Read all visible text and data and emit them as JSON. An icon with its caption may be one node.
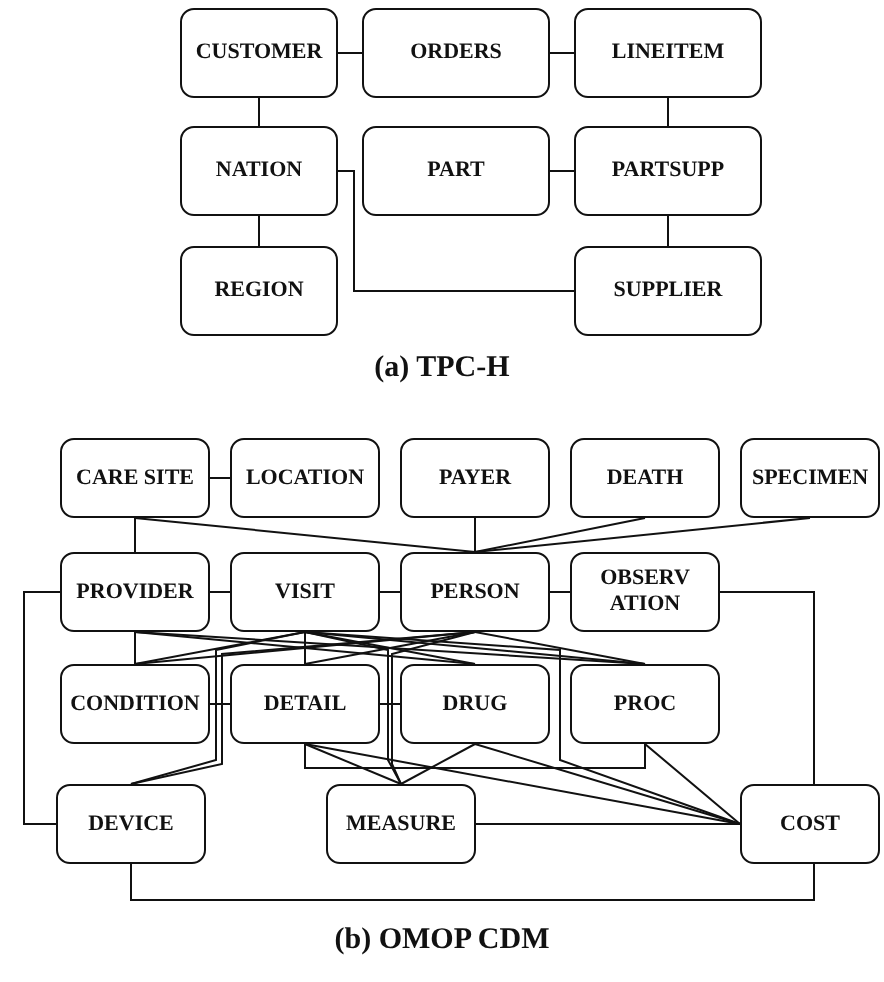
{
  "diagram": {
    "nodes": [
      {
        "text": [
          "CUSTOMER"
        ]
      },
      {
        "text": [
          "ORDERS"
        ]
      },
      {
        "text": [
          "LINEITEM"
        ]
      },
      {
        "text": [
          "NATION"
        ]
      },
      {
        "text": [
          "PART"
        ]
      },
      {
        "text": [
          "PARTSUPP"
        ]
      },
      {
        "text": [
          "REGION"
        ]
      },
      {
        "text": [
          "SUPPLIER"
        ]
      },
      {
        "text": [
          "CARE SITE"
        ]
      },
      {
        "text": [
          "LOCATION"
        ]
      },
      {
        "text": [
          "PAYER"
        ]
      },
      {
        "text": [
          "DEATH"
        ]
      },
      {
        "text": [
          "SPECIMEN"
        ]
      },
      {
        "text": [
          "PROVIDER"
        ]
      },
      {
        "text": [
          "VISIT"
        ]
      },
      {
        "text": [
          "PERSON"
        ]
      },
      {
        "text": [
          "OBSERV ATION"
        ]
      },
      {
        "text": [
          "CONDITION"
        ]
      },
      {
        "text": [
          "DETAIL"
        ]
      },
      {
        "text": [
          "DRUG"
        ]
      },
      {
        "text": [
          "PROC"
        ]
      },
      {
        "text": [
          "DEVICE"
        ]
      },
      {
        "text": [
          "MEASURE"
        ]
      },
      {
        "text": [
          "COST"
        ]
      }
    ],
    "edges": [
      {
        "from": 0,
        "to": 1,
        "arrow": "none"
      },
      {
        "from": 1,
        "to": 2,
        "arrow": "none"
      },
      {
        "from": 0,
        "to": 3,
        "arrow": "none"
      },
      {
        "from": 2,
        "to": 5,
        "arrow": "none"
      },
      {
        "from": 4,
        "to": 5,
        "arrow": "none"
      },
      {
        "from": 3,
        "to": 6,
        "arrow": "none"
      },
      {
        "from": 5,
        "to": 7,
        "arrow": "none"
      },
      {
        "from": 3,
        "to": 7,
        "arrow": "none"
      },
      {
        "from": 8,
        "to": 9,
        "arrow": "none"
      },
      {
        "from": 8,
        "to": 13,
        "arrow": "none"
      },
      {
        "from": 8,
        "to": 15,
        "arrow": "none"
      },
      {
        "from": 10,
        "to": 15,
        "arrow": "none"
      },
      {
        "from": 11,
        "to": 15,
        "arrow": "none"
      },
      {
        "from": 12,
        "to": 15,
        "arrow": "none"
      },
      {
        "from": 13,
        "to": 14,
        "arrow": "none"
      },
      {
        "from": 14,
        "to": 15,
        "arrow": "none"
      },
      {
        "from": 15,
        "to": 16,
        "arrow": "none"
      },
      {
        "from": 13,
        "to": 21,
        "arrow": "none"
      },
      {
        "from": 16,
        "to": 23,
        "arrow": "none"
      },
      {
        "from": 21,
        "to": 23,
        "arrow": "none"
      },
      {
        "from": 22,
        "to": 23,
        "arrow": "none"
      },
      {
        "from": 17,
        "to": 18,
        "arrow": "none"
      },
      {
        "from": 18,
        "to": 19,
        "arrow": "none"
      },
      {
        "from": 13,
        "to": 17,
        "arrow": "none"
      },
      {
        "from": 13,
        "to": 19,
        "arrow": "none"
      },
      {
        "from": 13,
        "to": 20,
        "arrow": "none"
      },
      {
        "from": 14,
        "to": 17,
        "arrow": "none"
      },
      {
        "from": 14,
        "to": 18,
        "arrow": "none"
      },
      {
        "from": 14,
        "to": 19,
        "arrow": "none"
      },
      {
        "from": 14,
        "to": 20,
        "arrow": "none"
      },
      {
        "from": 14,
        "to": 21,
        "arrow": "none"
      },
      {
        "from": 14,
        "to": 22,
        "arrow": "none"
      },
      {
        "from": 14,
        "to": 23,
        "arrow": "none"
      },
      {
        "from": 15,
        "to": 17,
        "arrow": "none"
      },
      {
        "from": 15,
        "to": 18,
        "arrow": "none"
      },
      {
        "from": 15,
        "to": 20,
        "arrow": "none"
      },
      {
        "from": 15,
        "to": 21,
        "arrow": "none"
      },
      {
        "from": 15,
        "to": 22,
        "arrow": "none"
      },
      {
        "from": 18,
        "to": 20,
        "arrow": "none"
      },
      {
        "from": 18,
        "to": 22,
        "arrow": "none"
      },
      {
        "from": 18,
        "to": 23,
        "arrow": "none"
      },
      {
        "from": 19,
        "to": 22,
        "arrow": "none"
      },
      {
        "from": 19,
        "to": 23,
        "arrow": "none"
      },
      {
        "from": 20,
        "to": 23,
        "arrow": "none"
      }
    ],
    "labels": [
      "(a) TPC-H",
      "(b) OMOP CDM"
    ]
  }
}
